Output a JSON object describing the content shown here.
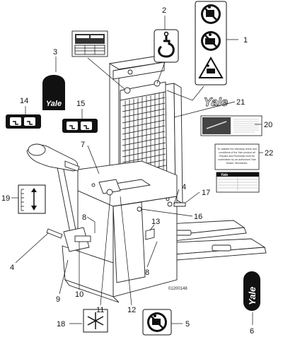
{
  "callouts": [
    "1",
    "2",
    "3",
    "4",
    "4",
    "5",
    "6",
    "7",
    "8",
    "8",
    "9",
    "10",
    "11",
    "12",
    "13",
    "14",
    "15",
    "16",
    "17",
    "18",
    "19",
    "20",
    "21",
    "22"
  ],
  "drawing_number": "01200148",
  "brand": "Yale",
  "icons": [
    "lifting-hook-icon",
    "no-riding-icon",
    "no-stepping-icon",
    "pinch-hazard-icon",
    "snowflake-icon",
    "height-arrows-icon",
    "lift-lower-buttons-icon"
  ],
  "decal_text": {
    "warranty_lines": [
      "To validate the Warranty terms and",
      "conditions of the Yale product all",
      "Repairs and Renewals must be",
      "undertaken by an authorised Yale",
      "Dealer. Mechanics."
    ],
    "plate_brand": "Yale"
  }
}
